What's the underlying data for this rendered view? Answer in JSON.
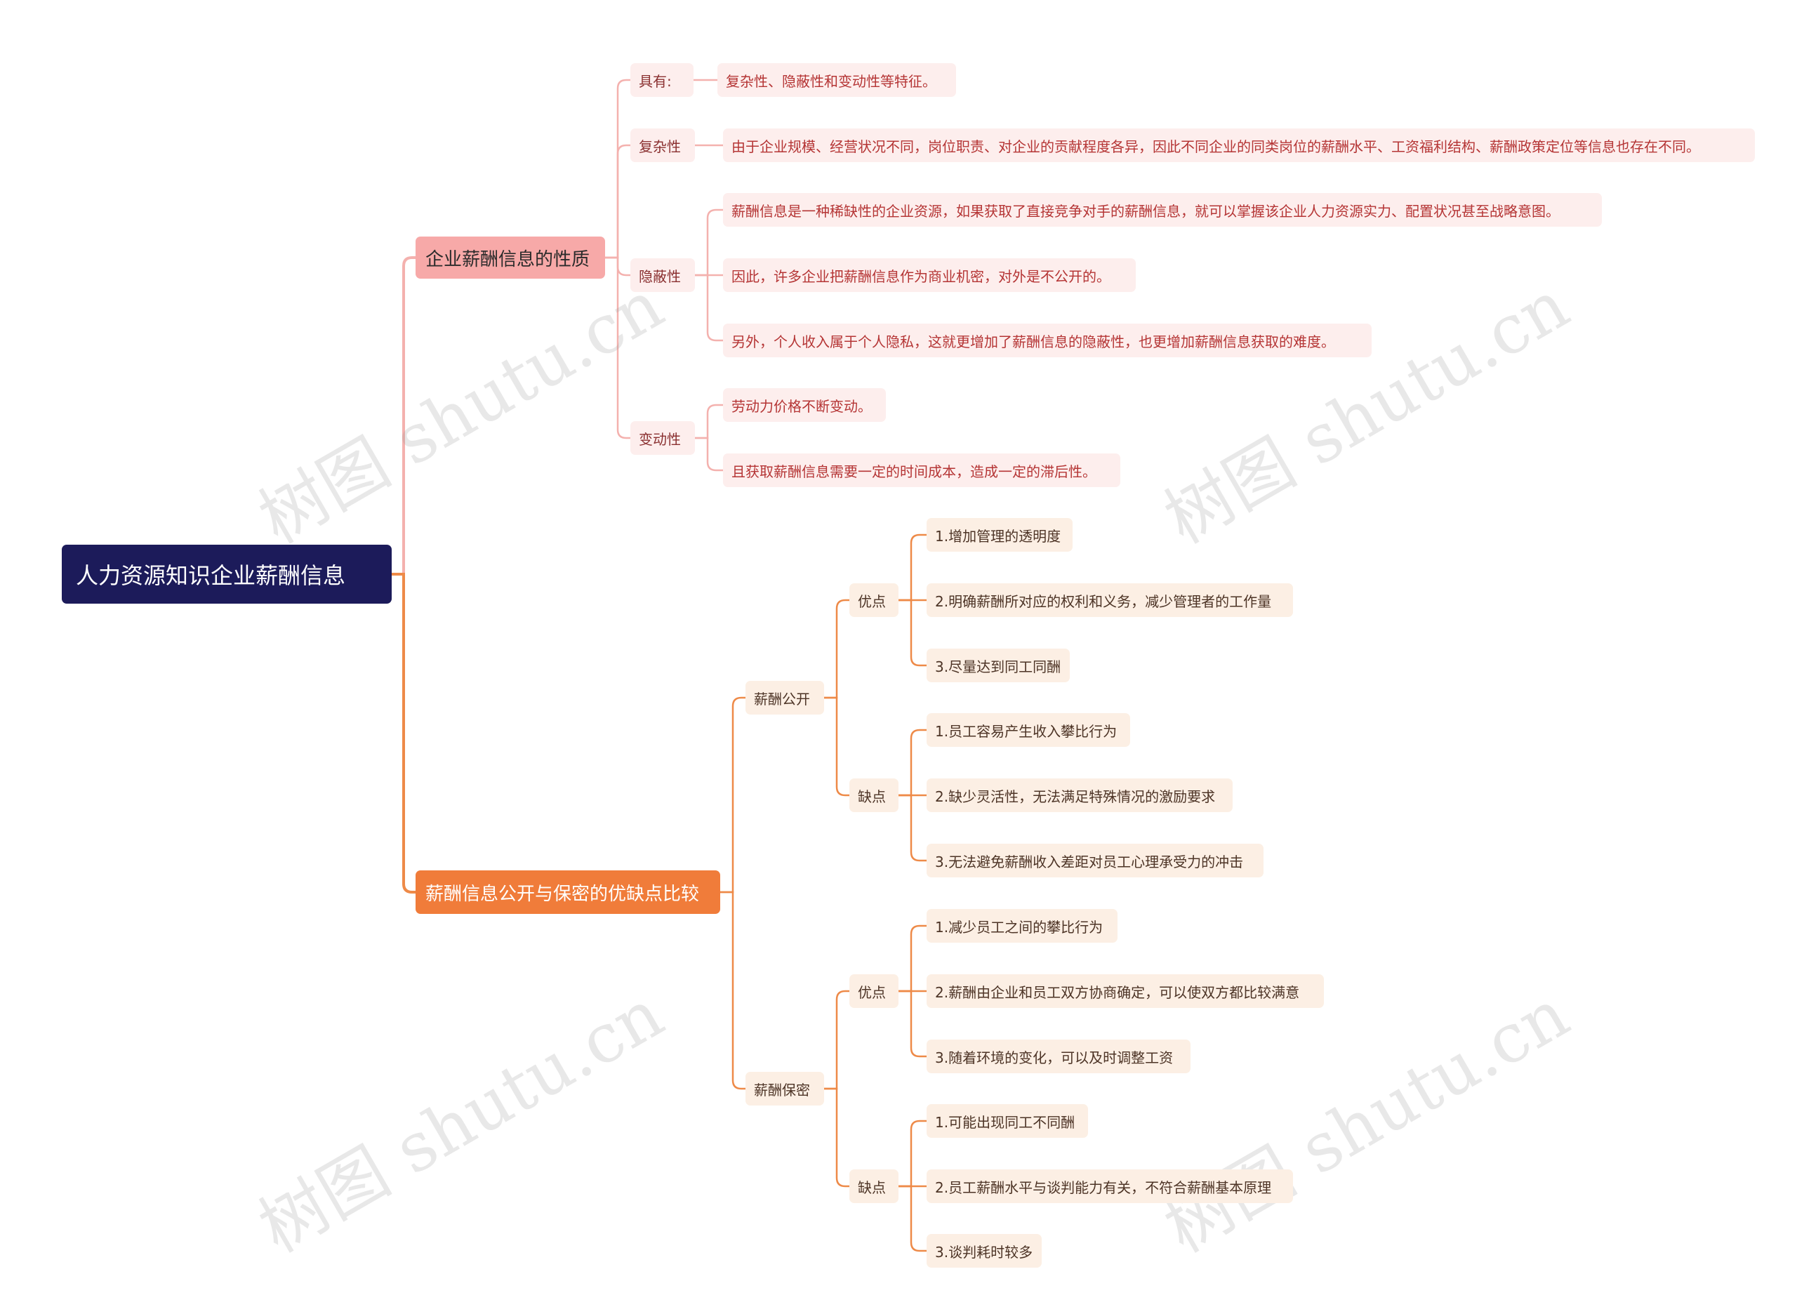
{
  "colors": {
    "root": "#1c1b5a",
    "pink": "#f7a9a8",
    "orange": "#f07c3a",
    "pink_line": "#f4b1ae",
    "orange_line": "#ee8a48"
  },
  "root": {
    "label": "人力资源知识企业薪酬信息"
  },
  "nature": {
    "label": "企业薪酬信息的性质",
    "has": {
      "label": "具有:",
      "items": [
        "复杂性、隐蔽性和变动性等特征。"
      ]
    },
    "complex": {
      "label": "复杂性",
      "items": [
        "由于企业规模、经营状况不同，岗位职责、对企业的贡献程度各异，因此不同企业的同类岗位的薪酬水平、工资福利结构、薪酬政策定位等信息也存在不同。"
      ]
    },
    "hidden": {
      "label": "隐蔽性",
      "items": [
        "薪酬信息是一种稀缺性的企业资源，如果获取了直接竞争对手的薪酬信息，就可以掌握该企业人力资源实力、配置状况甚至战略意图。",
        "因此，许多企业把薪酬信息作为商业机密，对外是不公开的。",
        "另外，个人收入属于个人隐私，这就更增加了薪酬信息的隐蔽性，也更增加薪酬信息获取的难度。"
      ]
    },
    "variable": {
      "label": "变动性",
      "items": [
        "劳动力价格不断变动。",
        "且获取薪酬信息需要一定的时间成本，造成一定的滞后性。"
      ]
    }
  },
  "compare": {
    "label": "薪酬信息公开与保密的优缺点比较",
    "open": {
      "label": "薪酬公开",
      "pros": {
        "label": "优点",
        "items": [
          "1.增加管理的透明度",
          "2.明确薪酬所对应的权利和义务，减少管理者的工作量",
          "3.尽量达到同工同酬"
        ]
      },
      "cons": {
        "label": "缺点",
        "items": [
          "1.员工容易产生收入攀比行为",
          "2.缺少灵活性，无法满足特殊情况的激励要求",
          "3.无法避免薪酬收入差距对员工心理承受力的冲击"
        ]
      }
    },
    "secret": {
      "label": "薪酬保密",
      "pros": {
        "label": "优点",
        "items": [
          "1.减少员工之间的攀比行为",
          "2.薪酬由企业和员工双方协商确定，可以使双方都比较满意",
          "3.随着环境的变化，可以及时调整工资"
        ]
      },
      "cons": {
        "label": "缺点",
        "items": [
          "1.可能出现同工不同酬",
          "2.员工薪酬水平与谈判能力有关，不符合薪酬基本原理",
          "3.谈判耗时较多"
        ]
      }
    }
  },
  "watermark": "树图 shutu.cn"
}
